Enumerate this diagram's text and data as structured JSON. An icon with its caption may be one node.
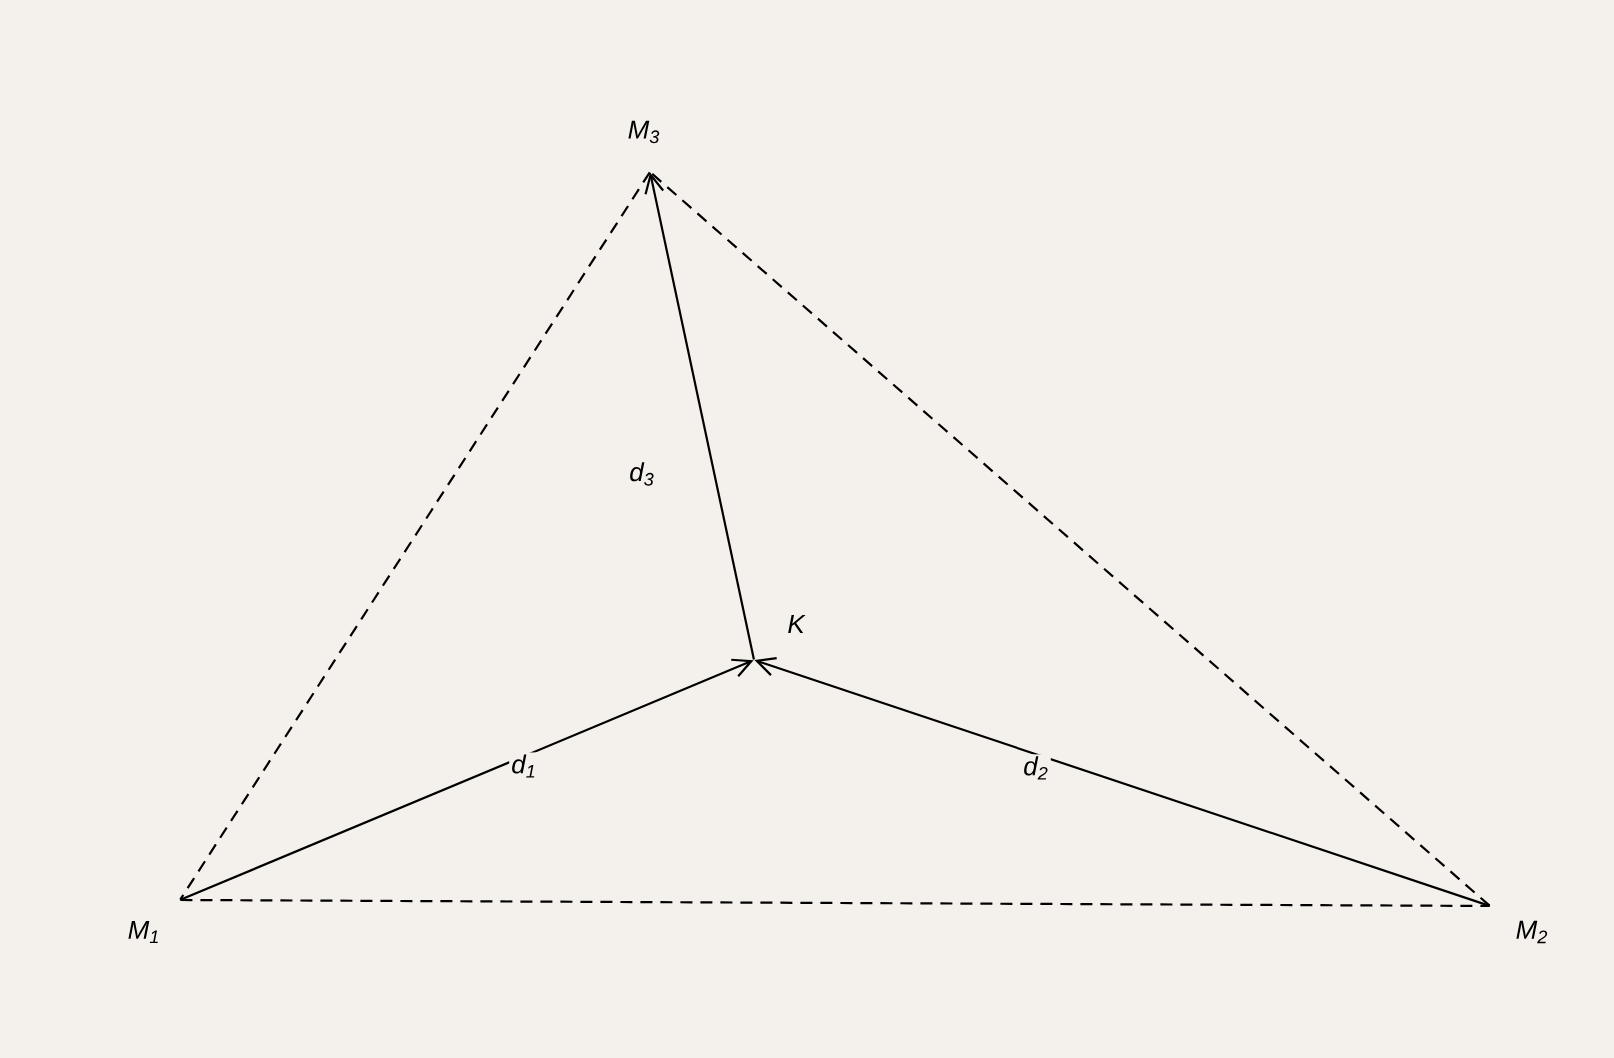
{
  "diagram": {
    "nodes": [
      {
        "text": [
          "M$_{1}$"
        ]
      },
      {
        "text": [
          "M$_{2}$"
        ]
      },
      {
        "text": [
          "M$_{3}$"
        ]
      },
      {
        "text": [
          "K"
        ]
      }
    ],
    "edges": [
      {
        "from": 0,
        "to": 3,
        "arrow": "to",
        "label": "d$_{1}$"
      },
      {
        "from": 1,
        "to": 3,
        "arrow": "to",
        "label": "d$_{2}$"
      },
      {
        "from": 3,
        "to": 2,
        "arrow": "to",
        "label": "d$_{3}$"
      },
      {
        "from": 0,
        "to": 1,
        "arrow": "none",
        "style": "dashed"
      },
      {
        "from": 1,
        "to": 2,
        "arrow": "none",
        "style": "dashed"
      },
      {
        "from": 2,
        "to": 0,
        "arrow": "none",
        "style": "dashed"
      }
    ]
  }
}
